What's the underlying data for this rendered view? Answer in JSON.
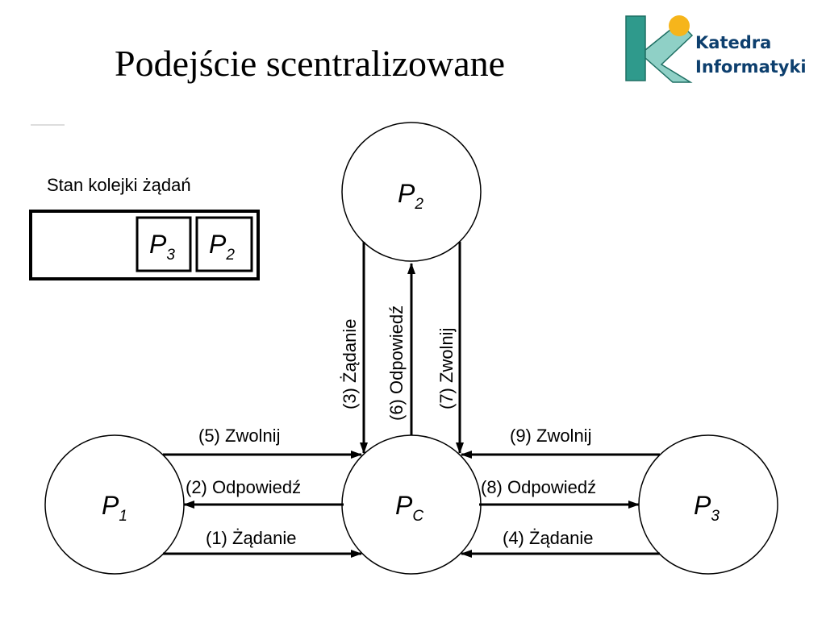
{
  "slide": {
    "title": "Podejście scentralizowane"
  },
  "logo": {
    "line1": "Katedra",
    "line2": "Informatyki",
    "colors": {
      "k_block": "#2f9a8c",
      "k_diag": "#8fd0c6",
      "sun": "#f6b51b",
      "text": "#0d3f6e"
    }
  },
  "queue": {
    "label": "Stan kolejki żądań",
    "items": [
      {
        "main": "P",
        "sub": "3"
      },
      {
        "main": "P",
        "sub": "2"
      }
    ]
  },
  "nodes": {
    "p1": {
      "main": "P",
      "sub": "1"
    },
    "p2": {
      "main": "P",
      "sub": "2"
    },
    "p3": {
      "main": "P",
      "sub": "3"
    },
    "pc": {
      "main": "P",
      "sub": "C"
    }
  },
  "messages": {
    "m1": "(1) Żądanie",
    "m2": "(2) Odpowiedź",
    "m3": "(3) Żądanie",
    "m4": "(4) Żądanie",
    "m5": "(5) Zwolnij",
    "m6": "(6) Odpowiedź",
    "m7": "(7) Zwolnij",
    "m8": "(8) Odpowiedź",
    "m9": "(9) Zwolnij"
  }
}
